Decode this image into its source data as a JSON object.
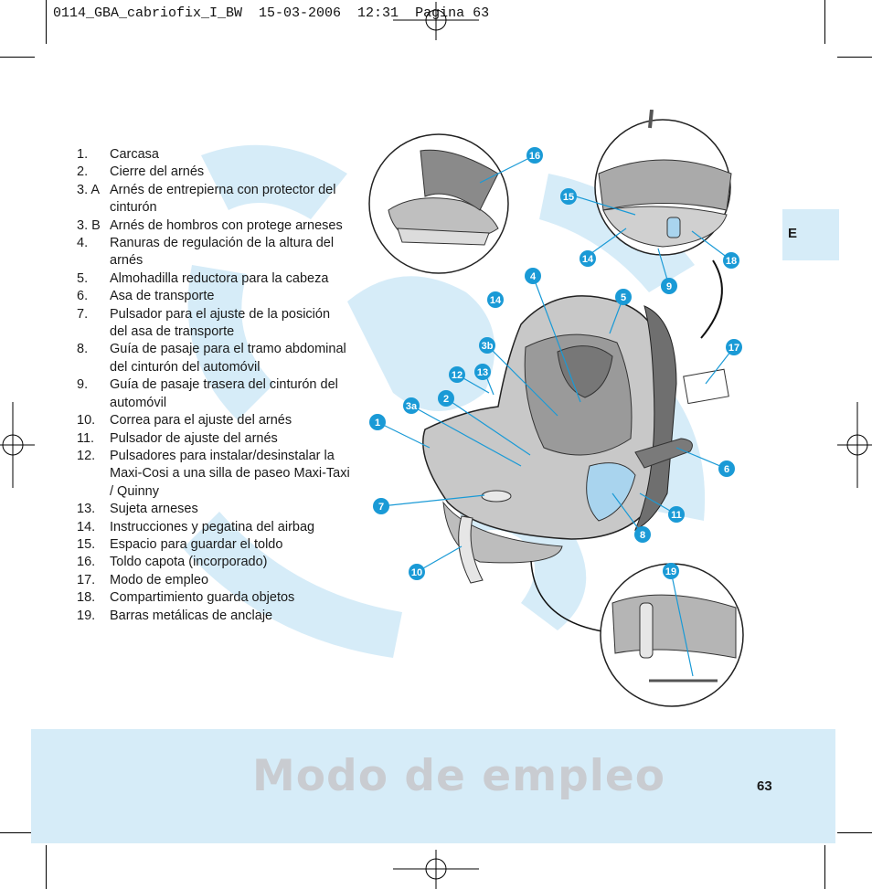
{
  "header": {
    "slug": "0114_GBA_cabriofix_I_BW  15-03-2006  12:31  Pagina 63"
  },
  "language_tab": "E",
  "parts": [
    {
      "num": "1.",
      "text": "Carcasa"
    },
    {
      "num": "2.",
      "text": "Cierre del arnés"
    },
    {
      "num": "3. A",
      "text": "Arnés de entrepierna con protector del cinturón"
    },
    {
      "num": "3. B",
      "text": "Arnés de hombros con protege arneses"
    },
    {
      "num": "4.",
      "text": "Ranuras de regulación de la altura del arnés"
    },
    {
      "num": "5.",
      "text": "Almohadilla reductora para la cabeza"
    },
    {
      "num": "6.",
      "text": "Asa de transporte"
    },
    {
      "num": "7.",
      "text": "Pulsador para el ajuste de la posición del asa de transporte"
    },
    {
      "num": "8.",
      "text": "Guía de pasaje para el tramo abdominal del cinturón del automóvil"
    },
    {
      "num": "9.",
      "text": "Guía de pasaje trasera del cinturón del automóvil"
    },
    {
      "num": "10.",
      "text": "Correa para el ajuste del arnés"
    },
    {
      "num": "11.",
      "text": "Pulsador de ajuste del arnés"
    },
    {
      "num": "12.",
      "text": "Pulsadores para instalar/desinstalar la Maxi-Cosi a una silla de paseo Maxi-Taxi / Quinny"
    },
    {
      "num": "13.",
      "text": "Sujeta arneses"
    },
    {
      "num": "14.",
      "text": "Instrucciones y pegatina del airbag"
    },
    {
      "num": "15.",
      "text": "Espacio para guardar el toldo"
    },
    {
      "num": "16.",
      "text": "Toldo capota (incorporado)"
    },
    {
      "num": "17.",
      "text": "Modo de empleo"
    },
    {
      "num": "18.",
      "text": "Compartimiento guarda objetos"
    },
    {
      "num": "19.",
      "text": "Barras metálicas de anclaje"
    }
  ],
  "callouts": [
    "16",
    "15",
    "14",
    "18",
    "9",
    "4",
    "5",
    "17",
    "14",
    "3b",
    "13",
    "12",
    "2",
    "3a",
    "1",
    "6",
    "11",
    "7",
    "8",
    "10",
    "19"
  ],
  "footer": {
    "title": "Modo de empleo",
    "page_number": "63"
  },
  "colors": {
    "accent_blue": "#1a9ad6",
    "band_blue": "#d6ecf8",
    "title_gray": "#c9ccd1"
  }
}
